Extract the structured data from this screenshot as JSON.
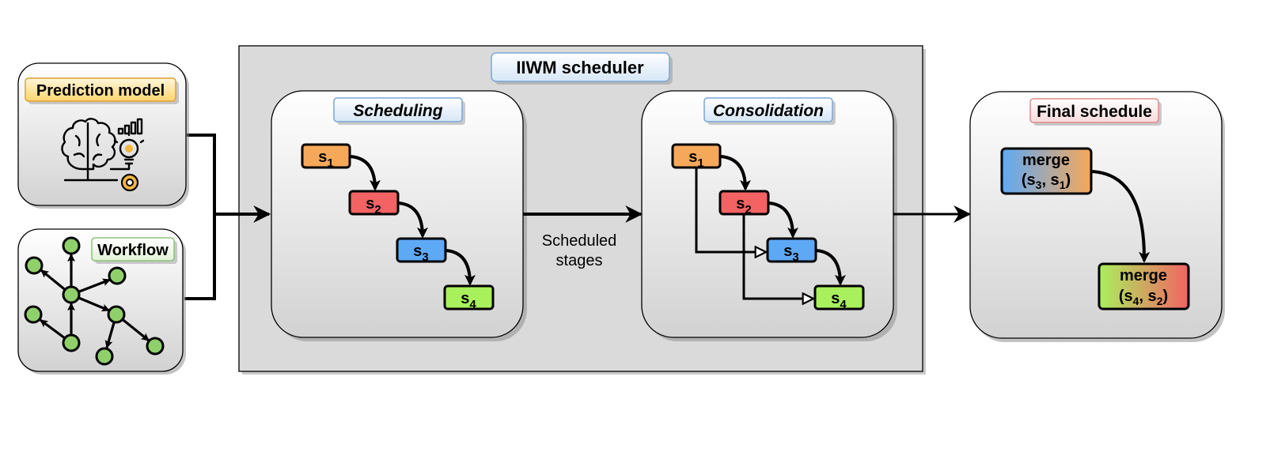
{
  "scheduler": {
    "title": "IIWM scheduler"
  },
  "scheduling": {
    "title": "Scheduling",
    "stages": [
      {
        "letter": "s",
        "index": "1",
        "color": "#F6A85A"
      },
      {
        "letter": "s",
        "index": "2",
        "color": "#F36363"
      },
      {
        "letter": "s",
        "index": "3",
        "color": "#5EA9F6"
      },
      {
        "letter": "s",
        "index": "4",
        "color": "#A9F05D"
      }
    ]
  },
  "consolidation": {
    "title": "Consolidation",
    "stages": [
      {
        "letter": "s",
        "index": "1",
        "color": "#F6A85A"
      },
      {
        "letter": "s",
        "index": "2",
        "color": "#F36363"
      },
      {
        "letter": "s",
        "index": "3",
        "color": "#5EA9F6"
      },
      {
        "letter": "s",
        "index": "4",
        "color": "#A9F05D"
      }
    ]
  },
  "scheduled_stages": {
    "line1": "Scheduled",
    "line2": "stages"
  },
  "prediction_model": {
    "title": "Prediction model",
    "icon": "brain-lightbulb-icon"
  },
  "workflow": {
    "title": "Workflow",
    "icon": "graph-network-icon"
  },
  "final_schedule": {
    "title": "Final schedule",
    "merge1": {
      "word": "merge",
      "open": "(s",
      "sub_a": "3",
      "mid": ", s",
      "sub_b": "1",
      "close": ")"
    },
    "merge2": {
      "word": "merge",
      "open": "(s",
      "sub_a": "4",
      "mid": ", s",
      "sub_b": "2",
      "close": ")"
    }
  },
  "colors": {
    "stage1": "#F6A85A",
    "stage2": "#F36363",
    "stage3": "#5EA9F6",
    "stage4": "#A9F05D",
    "node_green": "#8FD06A",
    "scheduler_bg": "#DADADA"
  }
}
